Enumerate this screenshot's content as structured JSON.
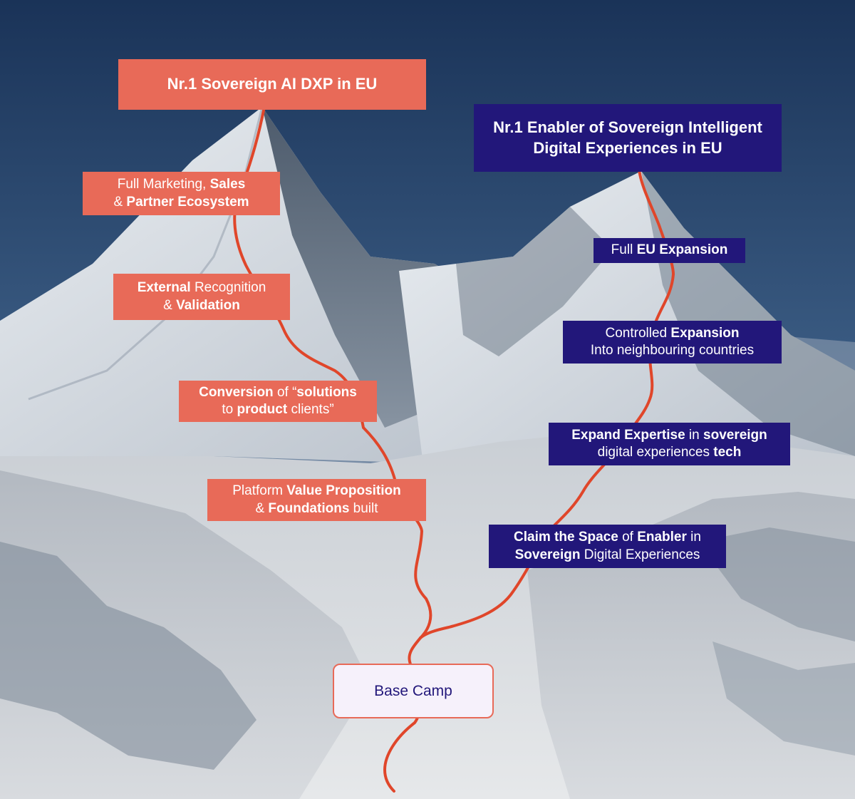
{
  "left_peak": {
    "goal": "Nr.1 Sovereign AI DXP in EU",
    "steps": [
      {
        "lines": [
          [
            {
              "t": "Full Marketing, ",
              "b": false
            },
            {
              "t": "Sales",
              "b": true
            }
          ],
          [
            {
              "t": "& ",
              "b": false
            },
            {
              "t": "Partner Ecosystem",
              "b": true
            }
          ]
        ]
      },
      {
        "lines": [
          [
            {
              "t": "External",
              "b": true
            },
            {
              "t": " Recognition",
              "b": false
            }
          ],
          [
            {
              "t": "& ",
              "b": false
            },
            {
              "t": "Validation",
              "b": true
            }
          ]
        ]
      },
      {
        "lines": [
          [
            {
              "t": "Conversion",
              "b": true
            },
            {
              "t": " of “",
              "b": false
            },
            {
              "t": "solutions",
              "b": true
            }
          ],
          [
            {
              "t": "to ",
              "b": false
            },
            {
              "t": "product",
              "b": true
            },
            {
              "t": " clients”",
              "b": false
            }
          ]
        ]
      },
      {
        "lines": [
          [
            {
              "t": "Platform ",
              "b": false
            },
            {
              "t": "Value Proposition",
              "b": true
            }
          ],
          [
            {
              "t": "& ",
              "b": false
            },
            {
              "t": "Foundations",
              "b": true
            },
            {
              "t": " built",
              "b": false
            }
          ]
        ]
      }
    ]
  },
  "right_peak": {
    "goal_line1": "Nr.1 Enabler of Sovereign Intelligent",
    "goal_line2": "Digital Experiences in EU",
    "steps": [
      {
        "lines": [
          [
            {
              "t": "Full ",
              "b": false
            },
            {
              "t": "EU Expansion",
              "b": true
            }
          ]
        ]
      },
      {
        "lines": [
          [
            {
              "t": "Controlled ",
              "b": false
            },
            {
              "t": "Expansion",
              "b": true
            }
          ],
          [
            {
              "t": "Into neighbouring countries",
              "b": false
            }
          ]
        ]
      },
      {
        "lines": [
          [
            {
              "t": "Expand Expertise",
              "b": true
            },
            {
              "t": " in ",
              "b": false
            },
            {
              "t": "sovereign",
              "b": true
            }
          ],
          [
            {
              "t": "digital experiences ",
              "b": false
            },
            {
              "t": "tech",
              "b": true
            }
          ]
        ]
      },
      {
        "lines": [
          [
            {
              "t": "Claim the Space",
              "b": true
            },
            {
              "t": " of ",
              "b": false
            },
            {
              "t": "Enabler",
              "b": true
            },
            {
              "t": " in",
              "b": false
            }
          ],
          [
            {
              "t": "Sovereign",
              "b": true
            },
            {
              "t": " Digital Experiences",
              "b": false
            }
          ]
        ]
      }
    ]
  },
  "base_camp": "Base Camp",
  "colors": {
    "coral": "#e86a58",
    "navy": "#22177a",
    "route": "#e0462a",
    "sky": "#1f3c66"
  }
}
